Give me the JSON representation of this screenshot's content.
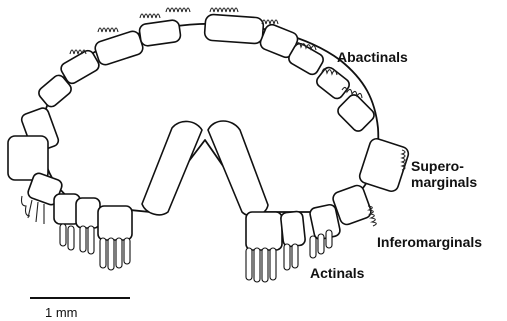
{
  "labels": {
    "abactinals": "Abactinals",
    "superomarginals_line1": "Supero-",
    "superomarginals_line2": "marginals",
    "inferomarginals": "Inferomarginals",
    "actinals": "Actinals"
  },
  "scale_bar": {
    "label": "1 mm"
  }
}
